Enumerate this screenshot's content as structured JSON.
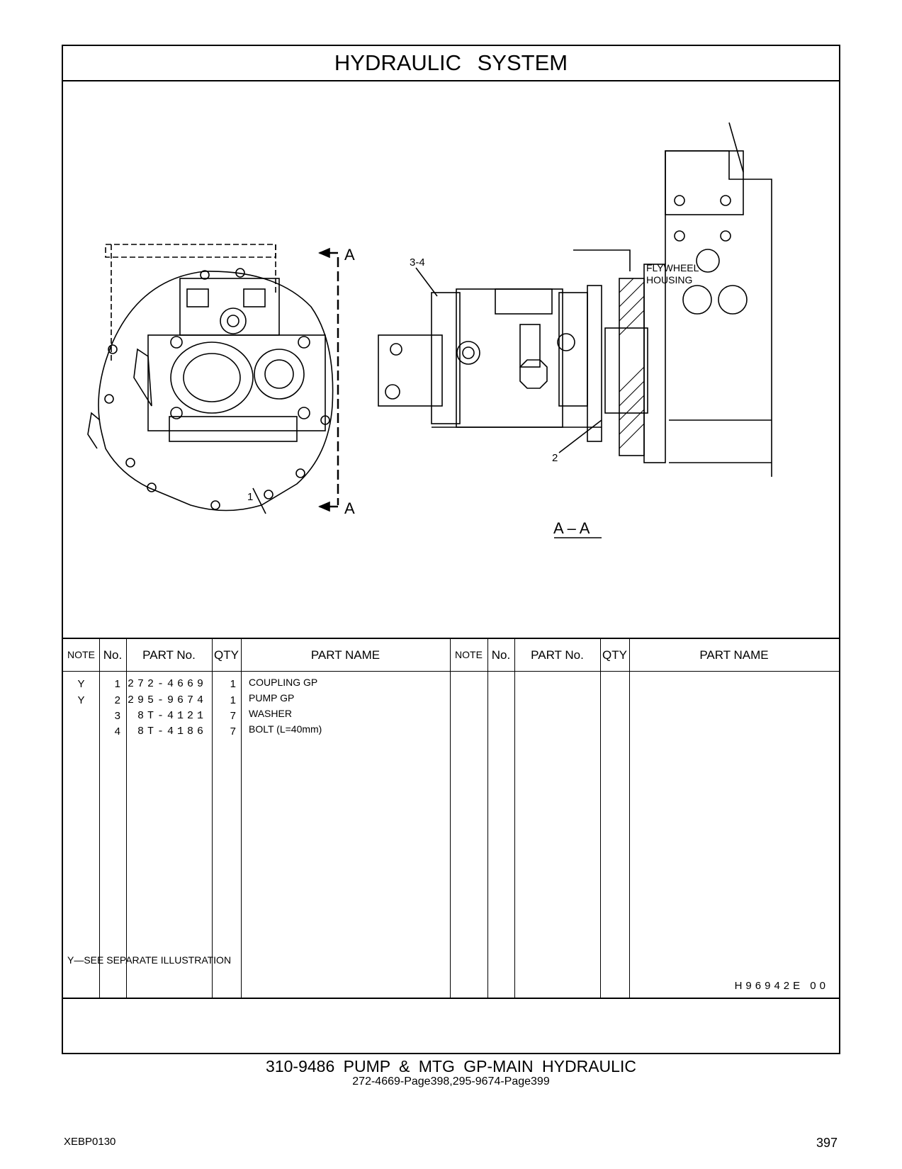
{
  "header": {
    "title": "HYDRAULIC   SYSTEM"
  },
  "illustration": {
    "section_mark_top": "A",
    "section_mark_bottom": "A",
    "callouts": [
      "2",
      "3-4",
      "1"
    ],
    "flywheel_line1": "FLYWHEEL",
    "flywheel_line2": "HOUSING",
    "section_label": "A – A"
  },
  "table": {
    "headers": [
      "NOTE",
      "No.",
      "PART No.",
      "QTY",
      "PART NAME",
      "NOTE",
      "No.",
      "PART No.",
      "QTY",
      "PART NAME"
    ],
    "rows": [
      {
        "note": "Y",
        "no": "1",
        "part_no": "272-4669",
        "qty": "1",
        "name": "COUPLING  GP"
      },
      {
        "note": "Y",
        "no": "2",
        "part_no": "295-9674",
        "qty": "1",
        "name": "PUMP  GP"
      },
      {
        "note": "",
        "no": "3",
        "part_no": "8T-4121",
        "qty": "7",
        "name": "WASHER"
      },
      {
        "note": "",
        "no": "4",
        "part_no": "8T-4186",
        "qty": "7",
        "name": "BOLT (L=40mm)"
      }
    ]
  },
  "footnote": "Y—SEE  SEPARATE  ILLUSTRATION",
  "illustration_code": "H96942E   00",
  "caption": {
    "line1": "310-9486  PUMP  &  MTG  GP-MAIN  HYDRAULIC",
    "line2": "272-4669-Page398,295-9674-Page399"
  },
  "footer": {
    "doc_id": "XEBP0130",
    "page_number": "397"
  }
}
